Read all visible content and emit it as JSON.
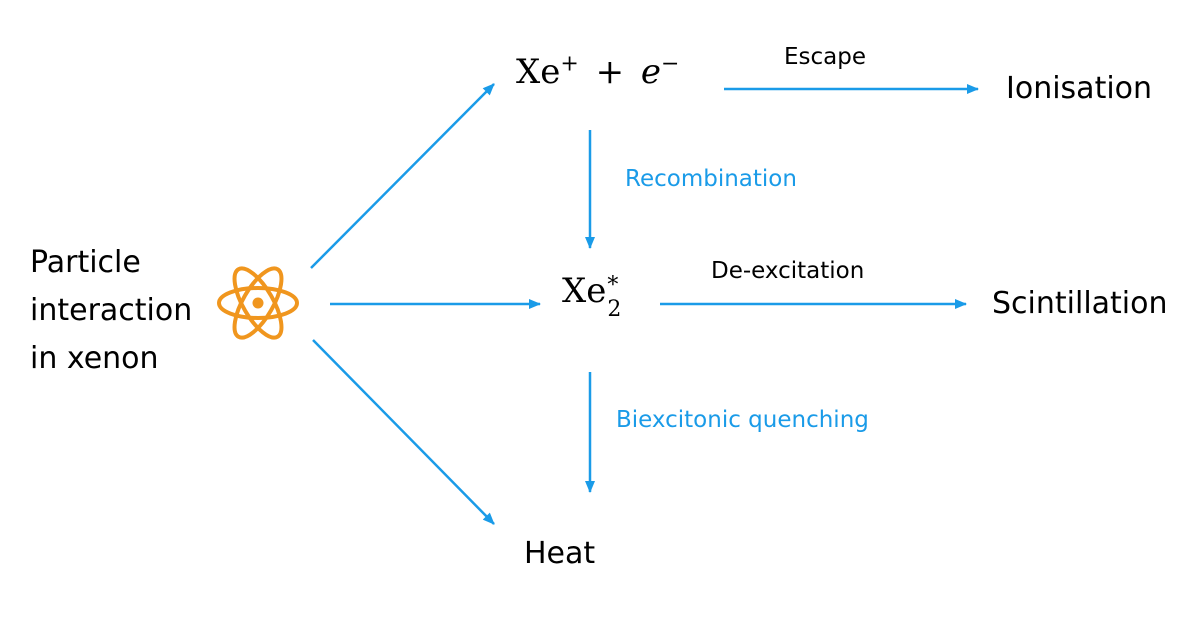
{
  "nodes": {
    "source": {
      "lines": [
        "Particle",
        "interaction",
        "in xenon"
      ]
    },
    "ion_pair": {
      "base": "Xe",
      "sup": "+",
      "plus": "+",
      "electron": "e",
      "electron_sup": "−"
    },
    "excimer": {
      "base": "Xe",
      "sub": "2",
      "sup": "*"
    },
    "heat": "Heat",
    "ionisation": "Ionisation",
    "scintillation": "Scintillation"
  },
  "edges": {
    "escape": "Escape",
    "recombination": "Recombination",
    "de_excitation": "De-excitation",
    "biexcitonic_quenching": "Biexcitonic quenching"
  },
  "icons": {
    "source": "atom-icon"
  },
  "colors": {
    "arrow": "#1a9be8",
    "process_label": "#1a9be8",
    "atom": "#f0961e",
    "text": "#000000"
  }
}
